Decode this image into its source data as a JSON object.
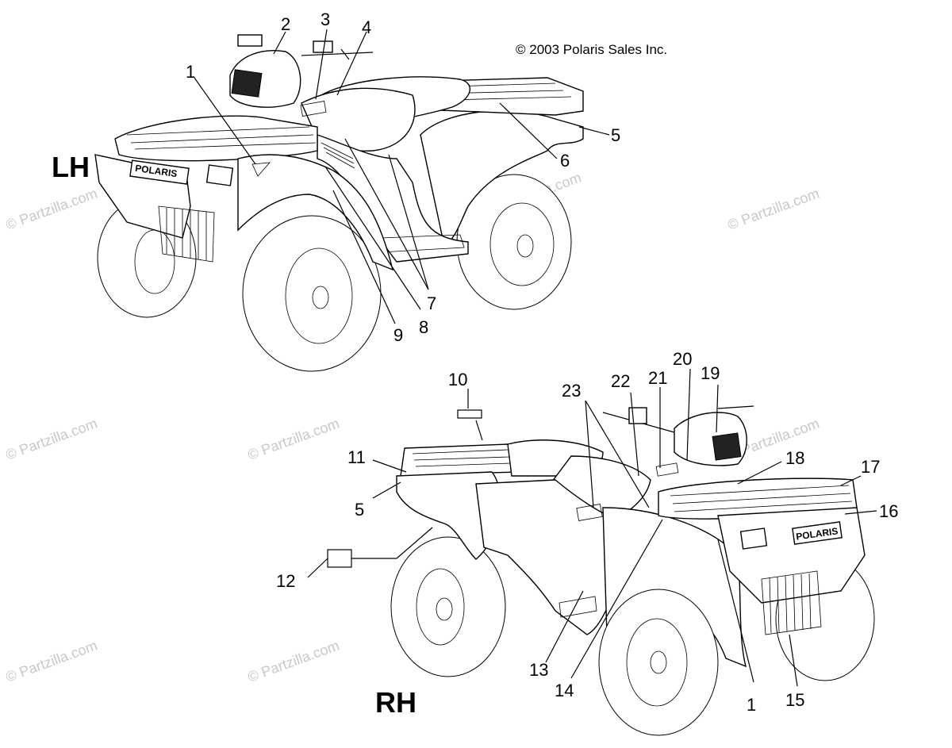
{
  "copyright": "© 2003 Polaris Sales Inc.",
  "side_labels": {
    "left": "LH",
    "right": "RH"
  },
  "brand_text": "POLARIS",
  "watermark": "© Partzilla.com",
  "callouts": {
    "lh": [
      "1",
      "2",
      "3",
      "4",
      "5",
      "6",
      "7",
      "8",
      "9"
    ],
    "rh": [
      "10",
      "11",
      "5",
      "12",
      "13",
      "14",
      "23",
      "22",
      "21",
      "20",
      "19",
      "18",
      "17",
      "16",
      "1",
      "15"
    ]
  }
}
